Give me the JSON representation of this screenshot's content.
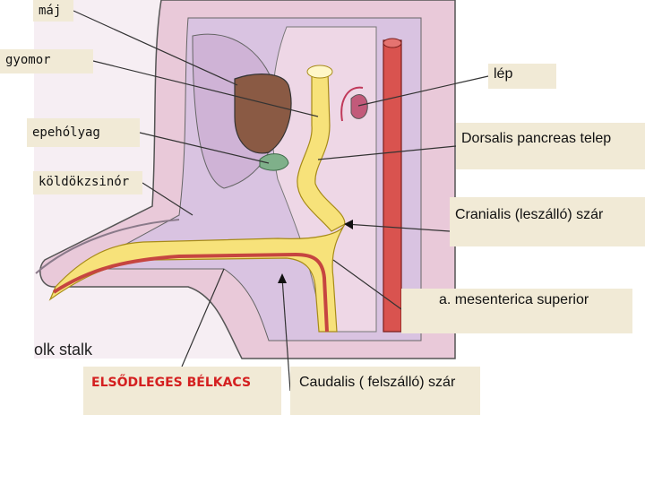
{
  "labels": {
    "maj": "máj",
    "gyomor": "gyomor",
    "lep": "lép",
    "epeholyag": "epehólyag",
    "dorsalis": "Dorsalis pancreas telep",
    "koldokzsinor": "köldökzsinór",
    "cranialis": "Cranialis (leszálló) szár",
    "mesenterica": "a. mesenterica superior",
    "elsodleges": "ELSŐDLEGES BÉLKACS",
    "caudalis": "Caudalis ( felszálló) szár",
    "yolk_stalk": "olk stalk"
  },
  "colors": {
    "label_bg": "#f1ead6",
    "highlight_text": "#d42020",
    "tissue_pink": "#e8c6d8",
    "gut_yellow": "#f7e27a",
    "aorta_red": "#d9534f",
    "stomach_brown": "#8a5a44",
    "cavity_lilac": "#d8c2e0"
  }
}
